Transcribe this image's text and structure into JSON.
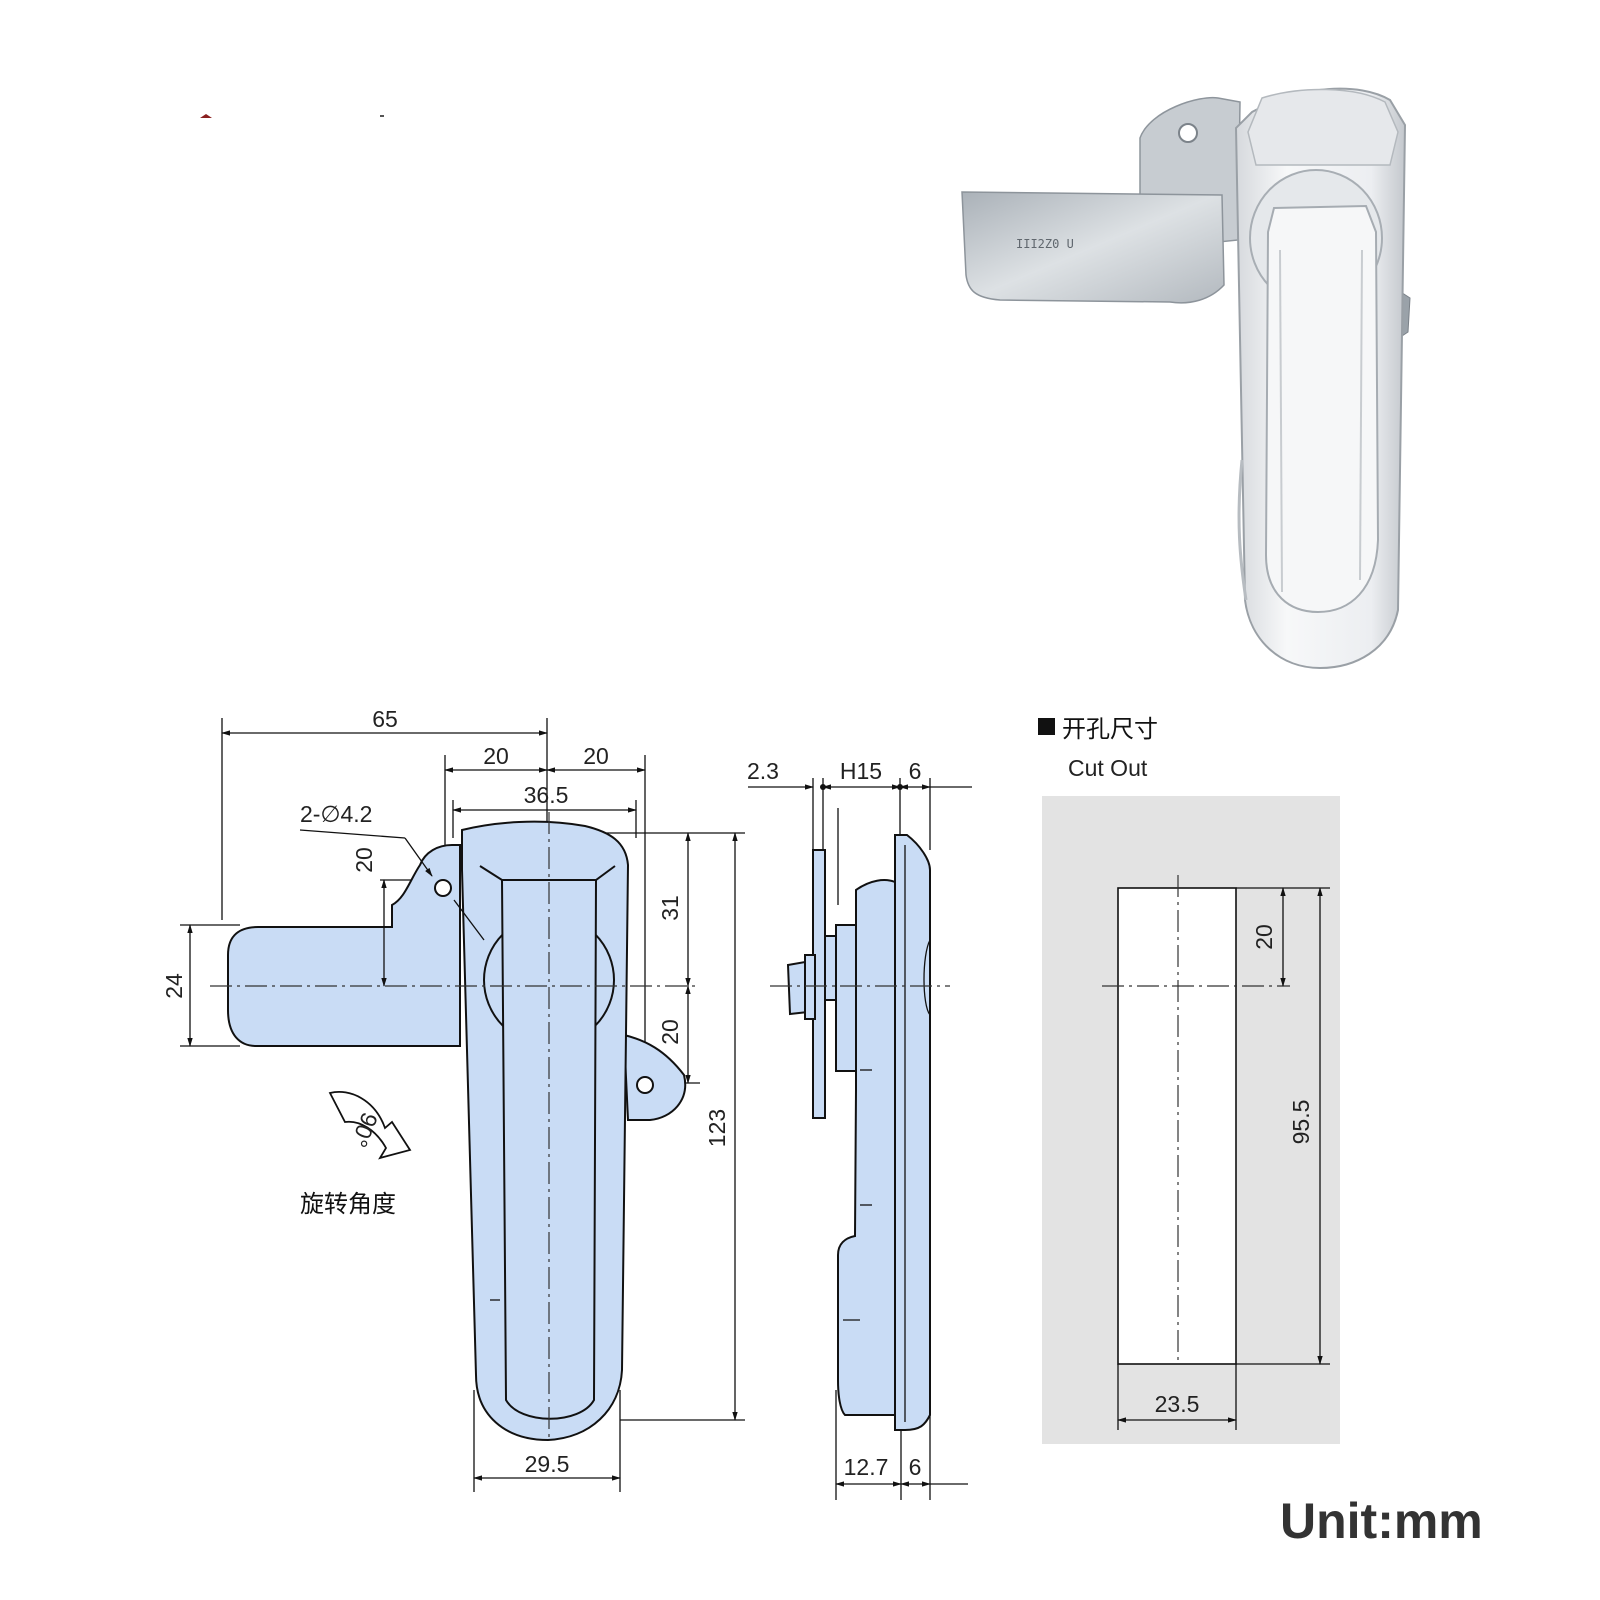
{
  "front_view": {
    "dim_overall_width": "65",
    "dim_left_offset": "20",
    "dim_right_offset": "20",
    "dim_body_width": "36.5",
    "dim_holes": "2-∅4.2",
    "dim_hole_vertical": "20",
    "dim_top_to_center": "31",
    "dim_center_to_hole": "20",
    "dim_tongue_height": "24",
    "dim_overall_height": "123",
    "dim_bottom_width": "29.5",
    "rotation_angle": "90°",
    "rotation_caption": "旋转角度"
  },
  "side_view": {
    "dim_plate": "2.3",
    "dim_h": "H15",
    "dim_flange": "6",
    "dim_depth": "12.7",
    "dim_bottom_flange": "6"
  },
  "cutout": {
    "title_cn": "开孔尺寸",
    "title_en": "Cut Out",
    "dim_top": "20",
    "dim_height": "95.5",
    "dim_width": "23.5"
  },
  "unit_label": "Unit:mm",
  "colors": {
    "part_fill": "#c9dcf5",
    "cutout_bg": "#e3e3e3",
    "product_body": "#f1f2f4",
    "product_tongue": "#c5cbd0"
  }
}
